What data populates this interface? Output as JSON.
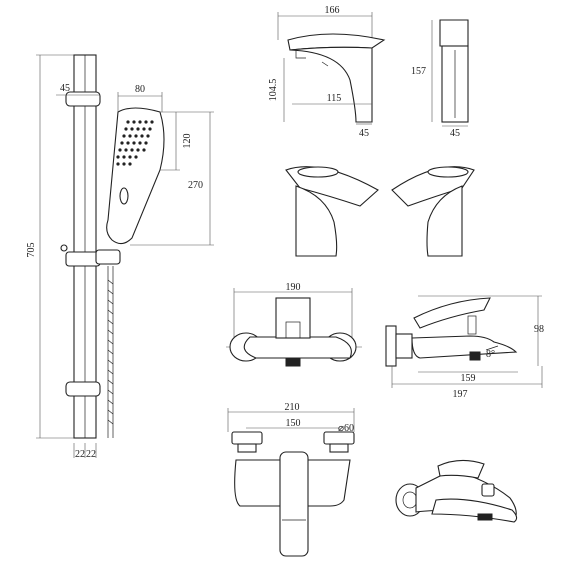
{
  "dimensions": {
    "shower_kit": {
      "total_height": "705",
      "bracket_depth": "45",
      "head_width": "80",
      "head_height": "120",
      "handset_length": "270",
      "pipe_gap_a": "22",
      "pipe_gap_b": "22"
    },
    "basin_mixer": {
      "depth": "166",
      "spout_height": "104.5",
      "spout_reach": "115",
      "base_width": "45",
      "total_height": "157",
      "side_width": "45"
    },
    "wall_mixer": {
      "width": "190"
    },
    "bath_side": {
      "height": "98",
      "spout_reach": "159",
      "total_depth": "197",
      "angle": "8°"
    },
    "wall_mixer_top": {
      "total_width": "210",
      "centers": "150",
      "diameter": "⌀60"
    }
  }
}
